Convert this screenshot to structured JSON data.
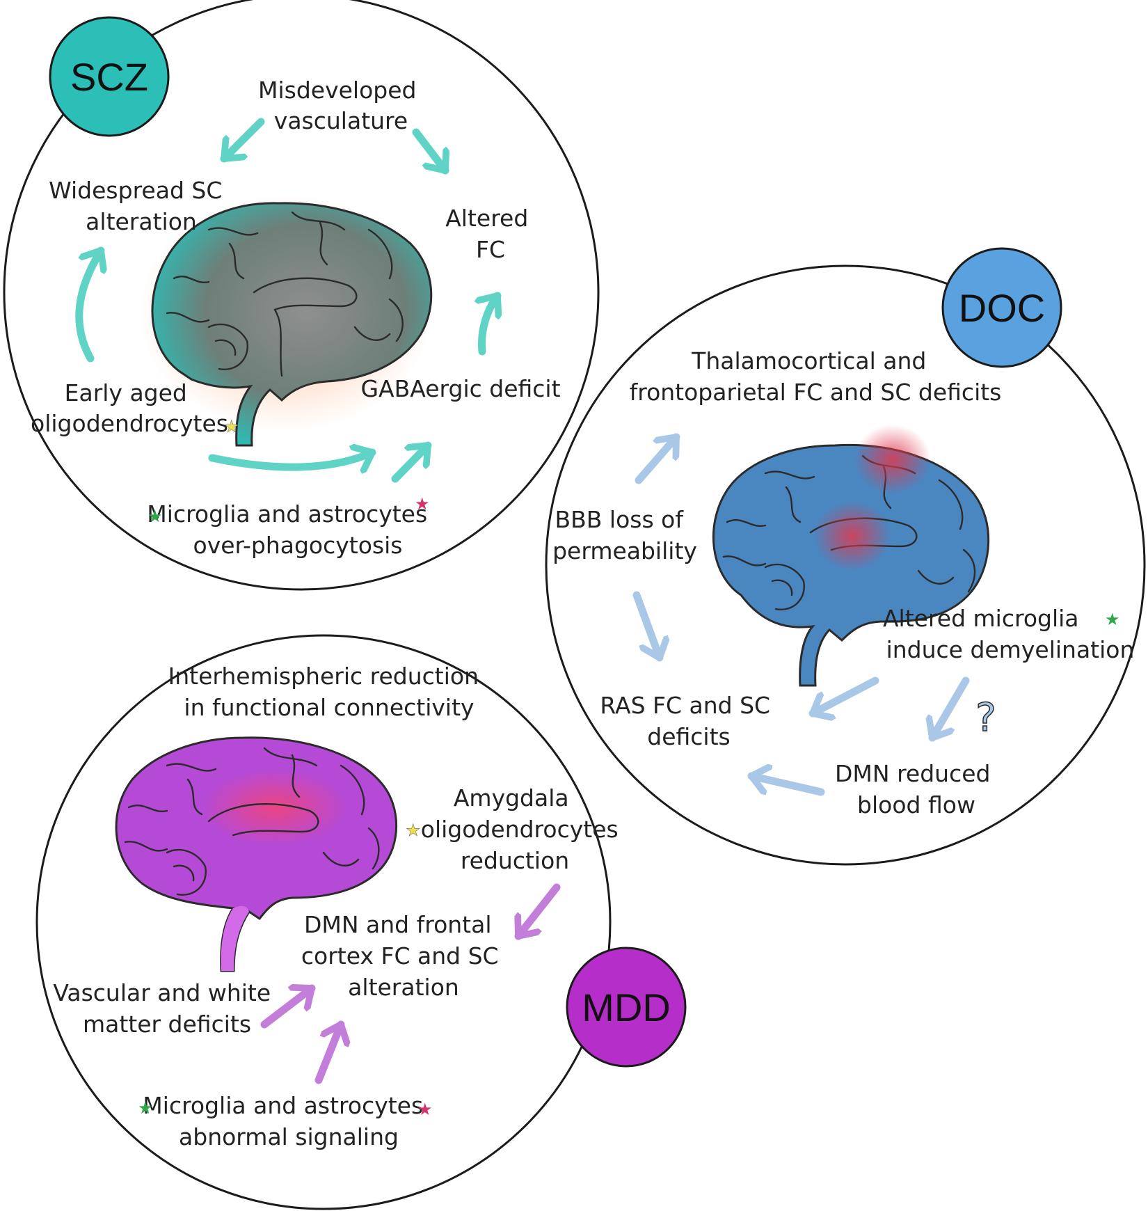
{
  "colors": {
    "scz": "#2bbfb8",
    "scz_arrow": "#5fd3c6",
    "doc": "#5aa1df",
    "doc_arrow": "#a9c7e6",
    "mdd": "#b62ec9",
    "mdd_arrow": "#c27ed8",
    "star_green": "#2ca84b",
    "star_yellow": "#f0e04a",
    "star_pink": "#d7316e"
  },
  "scz": {
    "badge": "SCZ",
    "top": [
      "Misdeveloped",
      "vasculature"
    ],
    "left": [
      "Widespread SC",
      "alteration"
    ],
    "right": [
      "Altered",
      "FC"
    ],
    "early": [
      "Early aged",
      "oligodendrocytes"
    ],
    "gaba": "GABAergic deficit",
    "microglia": [
      "Microglia and astrocytes",
      "over-phagocytosis"
    ]
  },
  "doc": {
    "badge": "DOC",
    "top": [
      "Thalamocortical and",
      "frontoparietal FC and SC deficits"
    ],
    "bbb": [
      "BBB loss of",
      "permeability"
    ],
    "microglia": [
      "Altered microglia",
      "induce demyelination"
    ],
    "ras": [
      "RAS FC and SC",
      "deficits"
    ],
    "dmn": [
      "DMN reduced",
      "blood flow"
    ],
    "question": "?"
  },
  "mdd": {
    "badge": "MDD",
    "top": [
      "Interhemispheric reduction",
      "in functional connectivity"
    ],
    "amygdala": [
      "Amygdala",
      "oligodendrocytes",
      "reduction"
    ],
    "dmn": [
      "DMN and frontal",
      "cortex FC and SC",
      "alteration"
    ],
    "vascular": [
      "Vascular and white",
      "matter deficits"
    ],
    "microglia": [
      "Microglia and astrocytes",
      "abnormal signaling"
    ]
  }
}
